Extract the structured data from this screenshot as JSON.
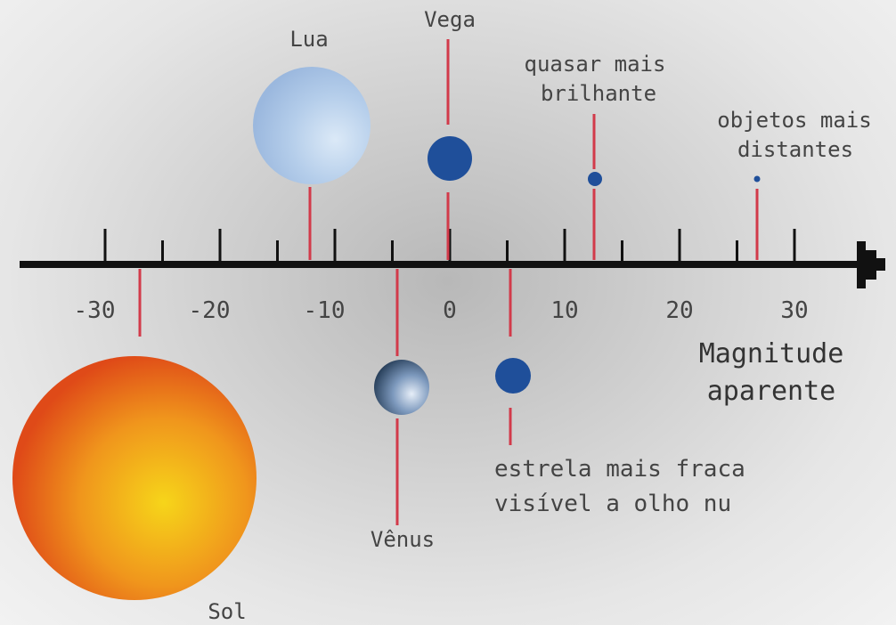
{
  "diagram": {
    "axis_label_line1": "Magnitude",
    "axis_label_line2": "aparente",
    "axis_ticks": [
      {
        "value": -30,
        "label": "-30"
      },
      {
        "value": -20,
        "label": "-20"
      },
      {
        "value": -10,
        "label": "-10"
      },
      {
        "value": 0,
        "label": "0"
      },
      {
        "value": 10,
        "label": "10"
      },
      {
        "value": 20,
        "label": "20"
      },
      {
        "value": 30,
        "label": "30"
      }
    ],
    "objects": [
      {
        "name": "Sol",
        "magnitude": -26.7
      },
      {
        "name": "Lua",
        "magnitude": -12.7
      },
      {
        "name": "Vênus",
        "magnitude": -4.6
      },
      {
        "name": "Vega",
        "magnitude": 0
      },
      {
        "name_line1": "estrela mais fraca",
        "name_line2": "visível a olho nu",
        "magnitude": 6
      },
      {
        "name_line1": "quasar mais",
        "name_line2": "brilhante",
        "magnitude": 12.8
      },
      {
        "name_line1": "objetos mais",
        "name_line2": "distantes",
        "magnitude": 27
      }
    ],
    "colors": {
      "axis": "#111111",
      "marker_line": "#d23a4a",
      "dot_blue": "#1f4f9a",
      "sun_center": "#f5d21a",
      "sun_edge": "#e0541a",
      "moon": "#a9c6e8",
      "venus": "#2c4a6a"
    }
  }
}
